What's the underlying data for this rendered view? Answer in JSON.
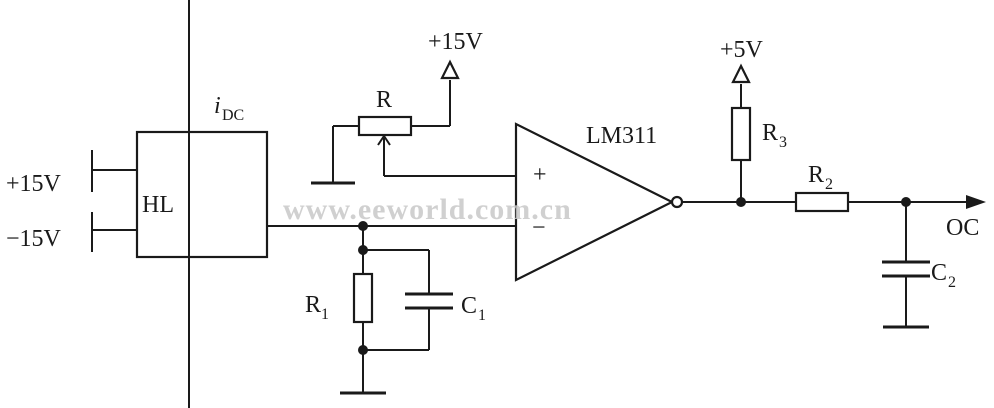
{
  "supply_left_pos": "+15V",
  "supply_left_neg": "−15V",
  "sensor_label": "HL",
  "current_label": "i",
  "current_sub": "DC",
  "pot_label": "R",
  "pot_supply": "+15V",
  "comparator_label": "LM311",
  "plus_sign": "+",
  "minus_sign": "−",
  "r1_label": "R",
  "r1_sub": "1",
  "c1_label": "C",
  "c1_sub": "1",
  "r3_supply": "+5V",
  "r3_label": "R",
  "r3_sub": "3",
  "r2_label": "R",
  "r2_sub": "2",
  "c2_label": "C",
  "c2_sub": "2",
  "output_label": "OC",
  "watermark": "www.eeworld.com.cn"
}
